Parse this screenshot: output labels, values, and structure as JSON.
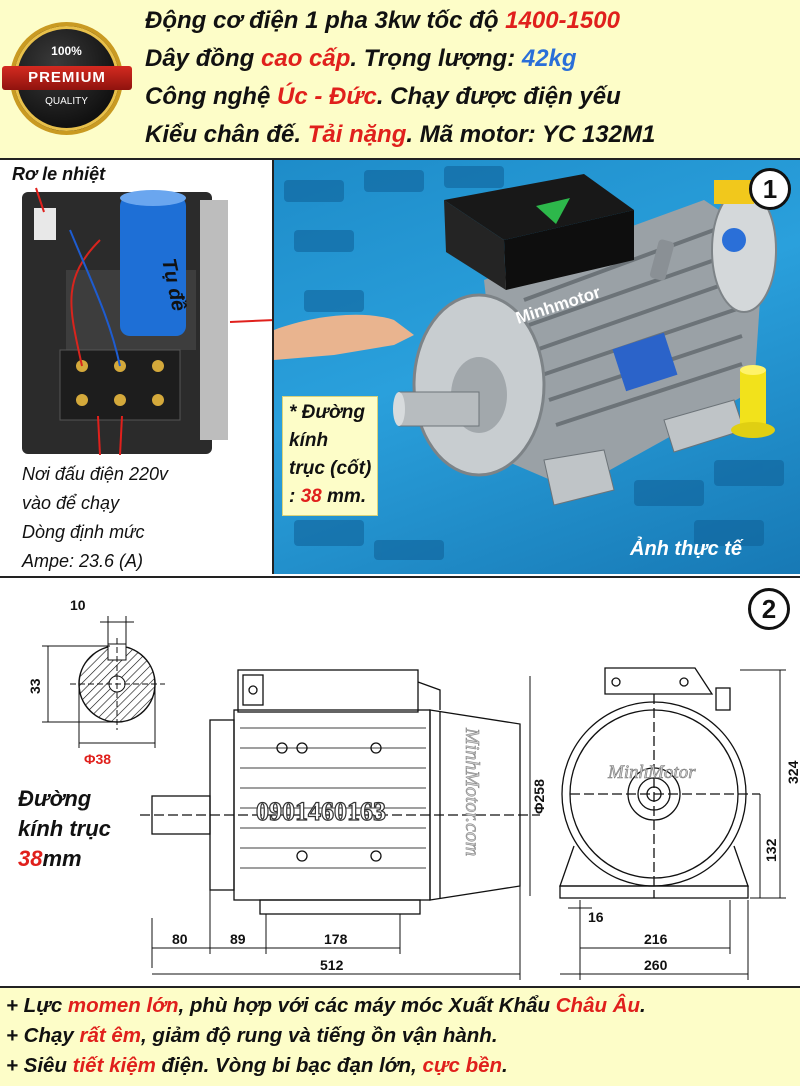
{
  "header": {
    "badge": {
      "percent": "100%",
      "ribbon": "PREMIUM",
      "quality": "QUALITY"
    },
    "line1": {
      "a": "Động cơ điện 1 pha 3kw tốc độ ",
      "b": "1400-1500"
    },
    "line2": {
      "a": "Dây đồng ",
      "b": "cao cấp",
      "c": ". Trọng lượng: ",
      "d": "42kg"
    },
    "line3": {
      "a": "Công nghệ ",
      "b": "Úc - Đức",
      "c": ". Chạy được điện yếu"
    },
    "line4": {
      "a": "Kiểu chân đế. ",
      "b": "Tải nặng",
      "c": ". Mã motor: YC 132M1"
    }
  },
  "photo_section": {
    "relay_label": "Rơ le nhiệt",
    "capacitor_label": "Tụ đề",
    "terminal_text": [
      "Nơi đấu điện 220v",
      "vào để chạy",
      "Dòng định mức",
      "Ampe: 23.6 (A)"
    ],
    "number": "1",
    "brand_on_motor": "Minhmotor",
    "shaft_note": {
      "l1": "* Đường",
      "l2": "kính",
      "l3": "trục (cốt)",
      "l4a": ": ",
      "l4b": "38",
      "l4c": " mm."
    },
    "real_photo": "Ảnh thực tế"
  },
  "drawing_section": {
    "number": "2",
    "key_width": "10",
    "height_33": "33",
    "diameter": "Φ38",
    "shaft_label": {
      "l1": "Đường",
      "l2": "kính trục",
      "l3a": "38",
      "l3b": "mm"
    },
    "phone_watermark": "0901460163",
    "watermark_vertical": "MinhMotor.com",
    "brand_front": "MinhMotor",
    "dim_258": "Φ258",
    "dims_bottom": [
      "80",
      "89",
      "178"
    ],
    "total_length": "512",
    "front_dims": {
      "h324": "324",
      "h132": "132",
      "w16": "16",
      "w216": "216",
      "w260": "260"
    }
  },
  "footer": {
    "line1": {
      "a": "+ Lực ",
      "b": "momen lớn",
      "c": ", phù hợp với các máy móc Xuất Khẩu ",
      "d": "Châu Âu",
      "e": "."
    },
    "line2": {
      "a": "+ Chạy ",
      "b": "rất êm",
      "c": ", giảm độ rung và tiếng ồn vận hành."
    },
    "line3": {
      "a": "+ Siêu ",
      "b": "tiết kiệm",
      "c": " điện. Vòng bi bạc đạn lớn, ",
      "d": "cực bền",
      "e": "."
    }
  },
  "colors": {
    "accent_red": "#e0201c",
    "accent_blue": "#2a6fd8",
    "header_bg": "#fdfdc8",
    "pallet_blue": "#2aa0dc"
  }
}
